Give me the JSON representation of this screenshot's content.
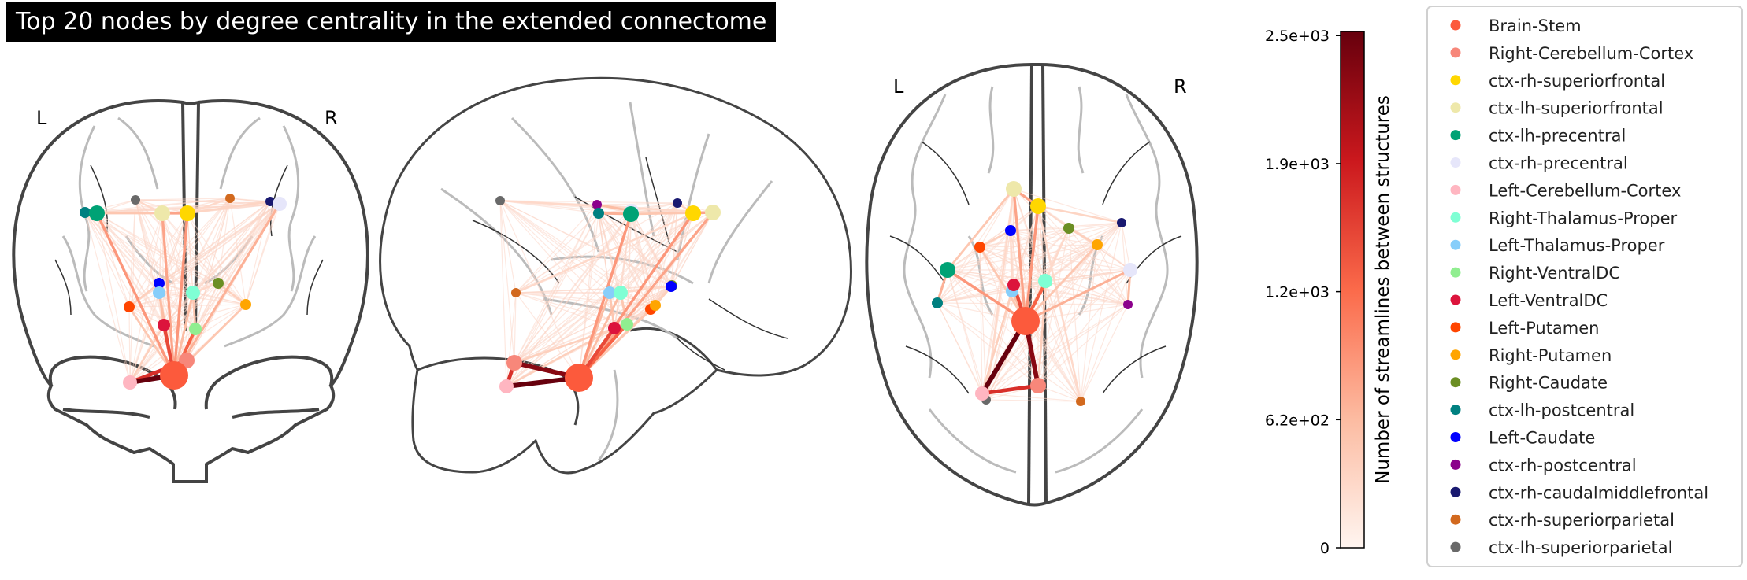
{
  "chart_data": {
    "type": "connectome",
    "title": "Top 20 nodes by degree centrality in the extended connectome",
    "orientation_labels": {
      "left": "L",
      "right": "R"
    },
    "colorbar": {
      "label": "Number of streamlines between structures",
      "range": [
        0,
        2500
      ],
      "ticks": [
        "0",
        "6.2e+02",
        "1.2e+03",
        "1.9e+03",
        "2.5e+03"
      ],
      "tick_values": [
        0,
        620,
        1240,
        1860,
        2480
      ],
      "colors": [
        "#fff5f0",
        "#fcbba1",
        "#fb6a4a",
        "#cb181d",
        "#67000d"
      ]
    },
    "legend": [
      {
        "name": "Brain-Stem",
        "color": "#fc5a3c"
      },
      {
        "name": "Right-Cerebellum-Cortex",
        "color": "#f7877a"
      },
      {
        "name": "ctx-rh-superiorfrontal",
        "color": "#ffd700"
      },
      {
        "name": "ctx-lh-superiorfrontal",
        "color": "#eee8aa"
      },
      {
        "name": "ctx-lh-precentral",
        "color": "#00a275"
      },
      {
        "name": "ctx-rh-precentral",
        "color": "#e6e6fa"
      },
      {
        "name": "Left-Cerebellum-Cortex",
        "color": "#ffb6c1"
      },
      {
        "name": "Right-Thalamus-Proper",
        "color": "#7fffd4"
      },
      {
        "name": "Left-Thalamus-Proper",
        "color": "#87cefa"
      },
      {
        "name": "Right-VentralDC",
        "color": "#90ee90"
      },
      {
        "name": "Left-VentralDC",
        "color": "#dc143c"
      },
      {
        "name": "Left-Putamen",
        "color": "#ff4500"
      },
      {
        "name": "Right-Putamen",
        "color": "#ffa500"
      },
      {
        "name": "Right-Caudate",
        "color": "#6b8e23"
      },
      {
        "name": "ctx-lh-postcentral",
        "color": "#008080"
      },
      {
        "name": "Left-Caudate",
        "color": "#0000ff"
      },
      {
        "name": "ctx-rh-postcentral",
        "color": "#8b008b"
      },
      {
        "name": "ctx-rh-caudalmiddlefrontal",
        "color": "#191970"
      },
      {
        "name": "ctx-rh-superiorparietal",
        "color": "#d2691e"
      },
      {
        "name": "ctx-lh-superiorparietal",
        "color": "#696969"
      }
    ],
    "edges": [
      {
        "a": 0,
        "b": 6,
        "w": 2500
      },
      {
        "a": 0,
        "b": 1,
        "w": 2300
      },
      {
        "a": 1,
        "b": 6,
        "w": 1700
      },
      {
        "a": 0,
        "b": 10,
        "w": 1500
      },
      {
        "a": 0,
        "b": 9,
        "w": 1300
      },
      {
        "a": 0,
        "b": 4,
        "w": 900
      },
      {
        "a": 0,
        "b": 2,
        "w": 900
      },
      {
        "a": 0,
        "b": 3,
        "w": 800
      },
      {
        "a": 0,
        "b": 5,
        "w": 700
      },
      {
        "a": 0,
        "b": 8,
        "w": 600
      },
      {
        "a": 0,
        "b": 7,
        "w": 600
      },
      {
        "a": 0,
        "b": 11,
        "w": 500
      },
      {
        "a": 0,
        "b": 12,
        "w": 500
      },
      {
        "a": 2,
        "b": 3,
        "w": 800
      },
      {
        "a": 4,
        "b": 14,
        "w": 700
      },
      {
        "a": 5,
        "b": 16,
        "w": 600
      },
      {
        "a": 4,
        "b": 3,
        "w": 500
      },
      {
        "a": 8,
        "b": 10,
        "w": 500
      },
      {
        "a": 7,
        "b": 9,
        "w": 500
      },
      {
        "a": 11,
        "b": 15,
        "w": 400
      },
      {
        "a": 12,
        "b": 13,
        "w": 400
      },
      {
        "a": 2,
        "b": 17,
        "w": 350
      },
      {
        "a": 3,
        "b": 19,
        "w": 300
      },
      {
        "a": 2,
        "b": 18,
        "w": 300
      },
      {
        "a": 15,
        "b": 8,
        "w": 300
      },
      {
        "a": 13,
        "b": 7,
        "w": 300
      },
      {
        "a": 1,
        "b": 9,
        "w": 400
      },
      {
        "a": 6,
        "b": 10,
        "w": 400
      }
    ]
  }
}
